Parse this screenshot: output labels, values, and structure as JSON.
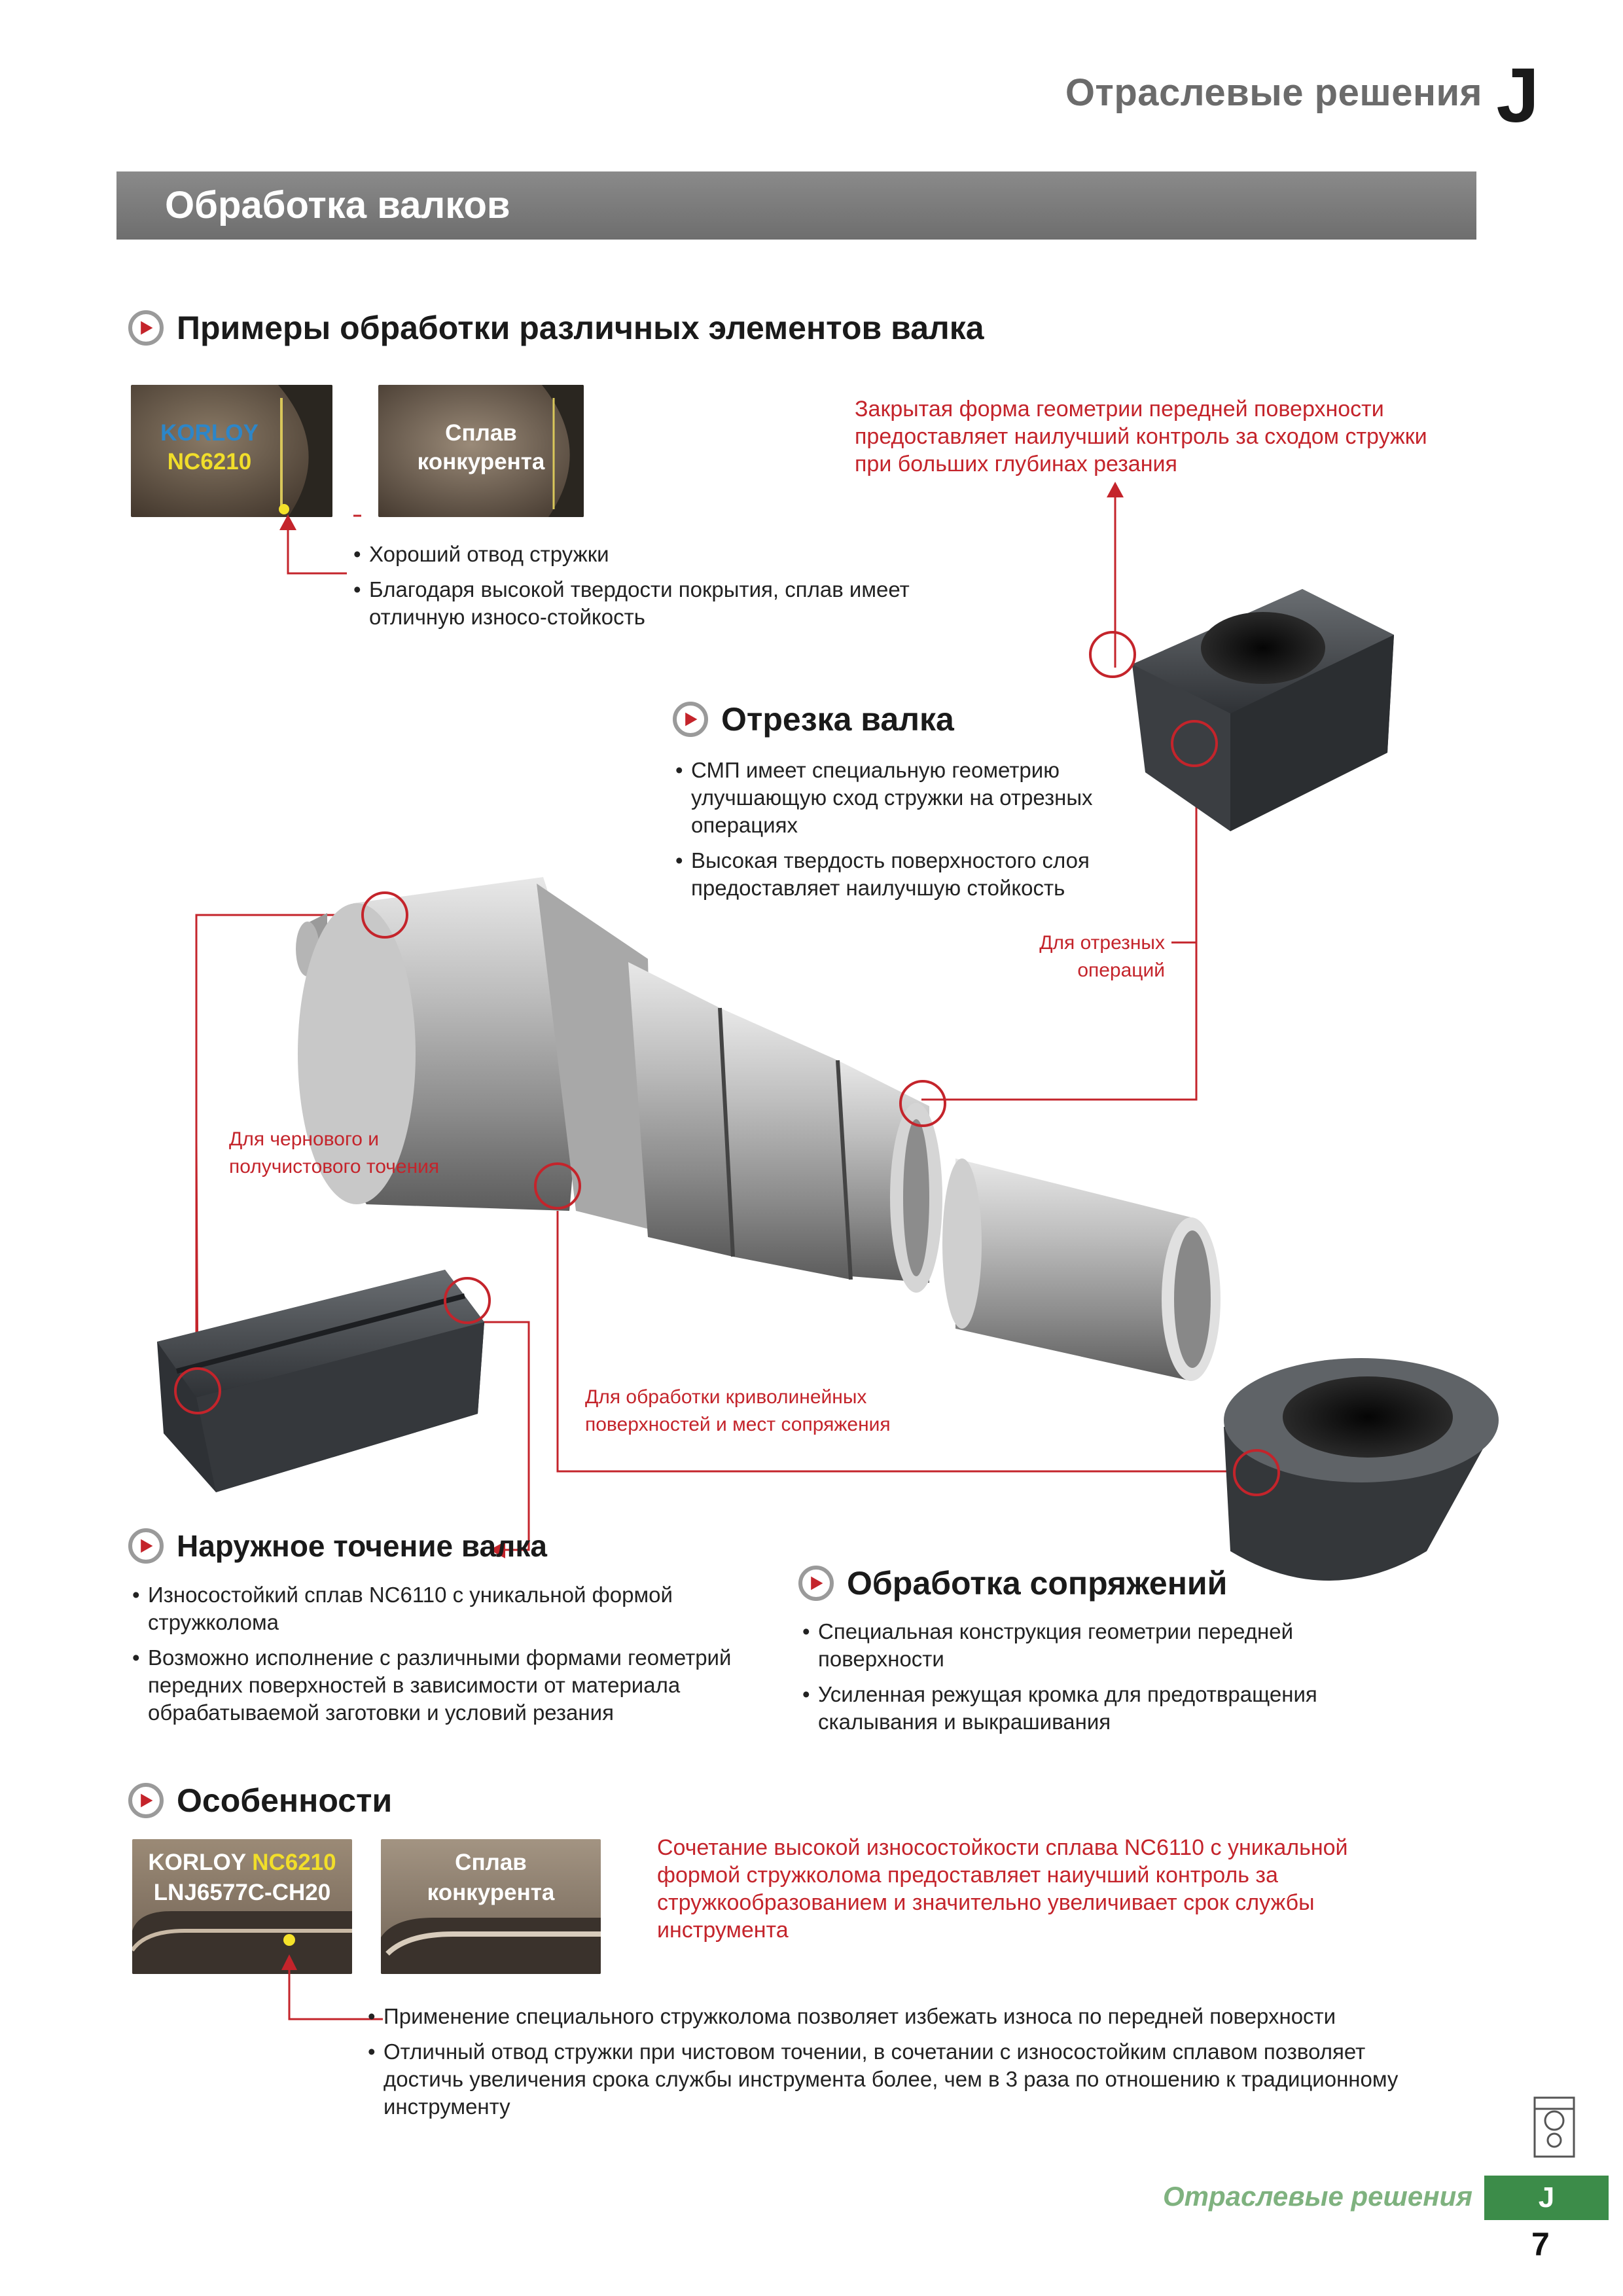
{
  "header": {
    "title": "Отраслевые решения",
    "letter": "J"
  },
  "banner": {
    "title": "Обработка валков"
  },
  "section_examples": {
    "title": "Примеры обработки различных элементов валка",
    "photo_korloy": {
      "line1": "KORLOY",
      "line2": "NC6210"
    },
    "photo_competitor": {
      "line1": "Сплав",
      "line2": "конкурента"
    },
    "bullets": [
      "Хороший отвод стружки",
      "Благодаря высокой твердости покрытия, сплав имеет отличную износо-стойкость"
    ],
    "note": "Закрытая форма геометрии передней поверхности предоставляет наилучший контроль за сходом стружки при больших глубинах резания"
  },
  "section_cutoff": {
    "title": "Отрезка валка",
    "bullets": [
      "СМП имеет специальную геометрию улучшающую сход стружки на отрезных операциях",
      "Высокая твердость поверхностого слоя предоставляет наилучшую стойкость"
    ]
  },
  "labels": {
    "cutoff_ops": "Для отрезных операций",
    "rough": "Для чернового и получистового точения",
    "curved": "Для обработки криволинейных поверхностей и мест сопряжения"
  },
  "section_outer": {
    "title": "Наружное точение валка",
    "bullets": [
      "Износостойкий сплав NC6110 с уникальной формой стружколома",
      "Возможно исполнение с различными формами геометрий передних поверхностей в зависимости от материала обрабатываемой заготовки и условий резания"
    ]
  },
  "section_fillet": {
    "title": "Обработка сопряжений",
    "bullets": [
      "Специальная конструкция геометрии передней поверхности",
      "Усиленная режущая кромка для предотвращения скалывания и выкрашивания"
    ]
  },
  "section_features": {
    "title": "Особенности",
    "photo_korloy": {
      "brand": "KORLOY",
      "grade": "NC6210",
      "model": "LNJ6577C-CH20"
    },
    "photo_competitor": {
      "line1": "Сплав",
      "line2": "конкурента"
    },
    "note": "Сочетание высокой износостойкости сплава NC6110 с уникальной формой стружколома предоставляет наиуч­ший контроль за стружкообразованием и значительно увеличивает срок службы инструмента",
    "bullets": [
      "Применение специального стружколома позволяет избежать износа по передней поверхности",
      "Отличный отвод стружки при чистовом точении, в сочетании с износостойким сплавом позволяет достичь увеличения срока службы инструмента более, чем в 3 раза по отношению к традиционному инструменту"
    ]
  },
  "footer": {
    "title": "Отраслевые решения",
    "letter": "J",
    "page": "7"
  }
}
